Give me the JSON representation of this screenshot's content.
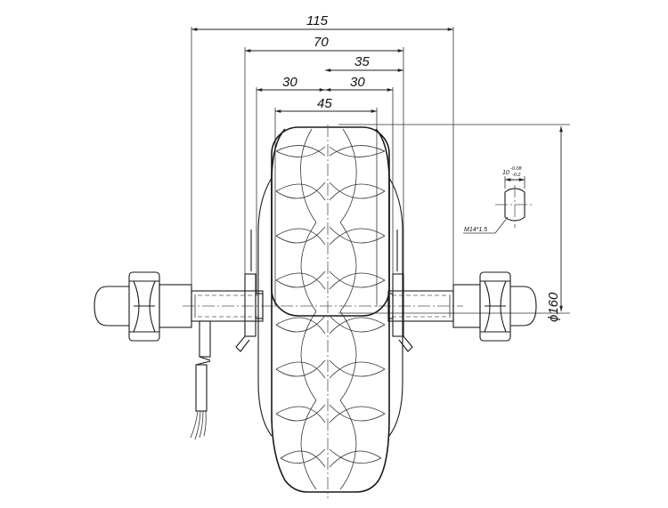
{
  "dimensions": {
    "width_115": "115",
    "width_70": "70",
    "width_35": "35",
    "width_30_left": "30",
    "width_30_right": "30",
    "width_45": "45",
    "diameter": "ϕ160"
  },
  "section_detail": {
    "flat_width": "10",
    "tolerance_upper": "-0.08",
    "tolerance_lower": "-0.2",
    "thread": "M14*1.5"
  }
}
